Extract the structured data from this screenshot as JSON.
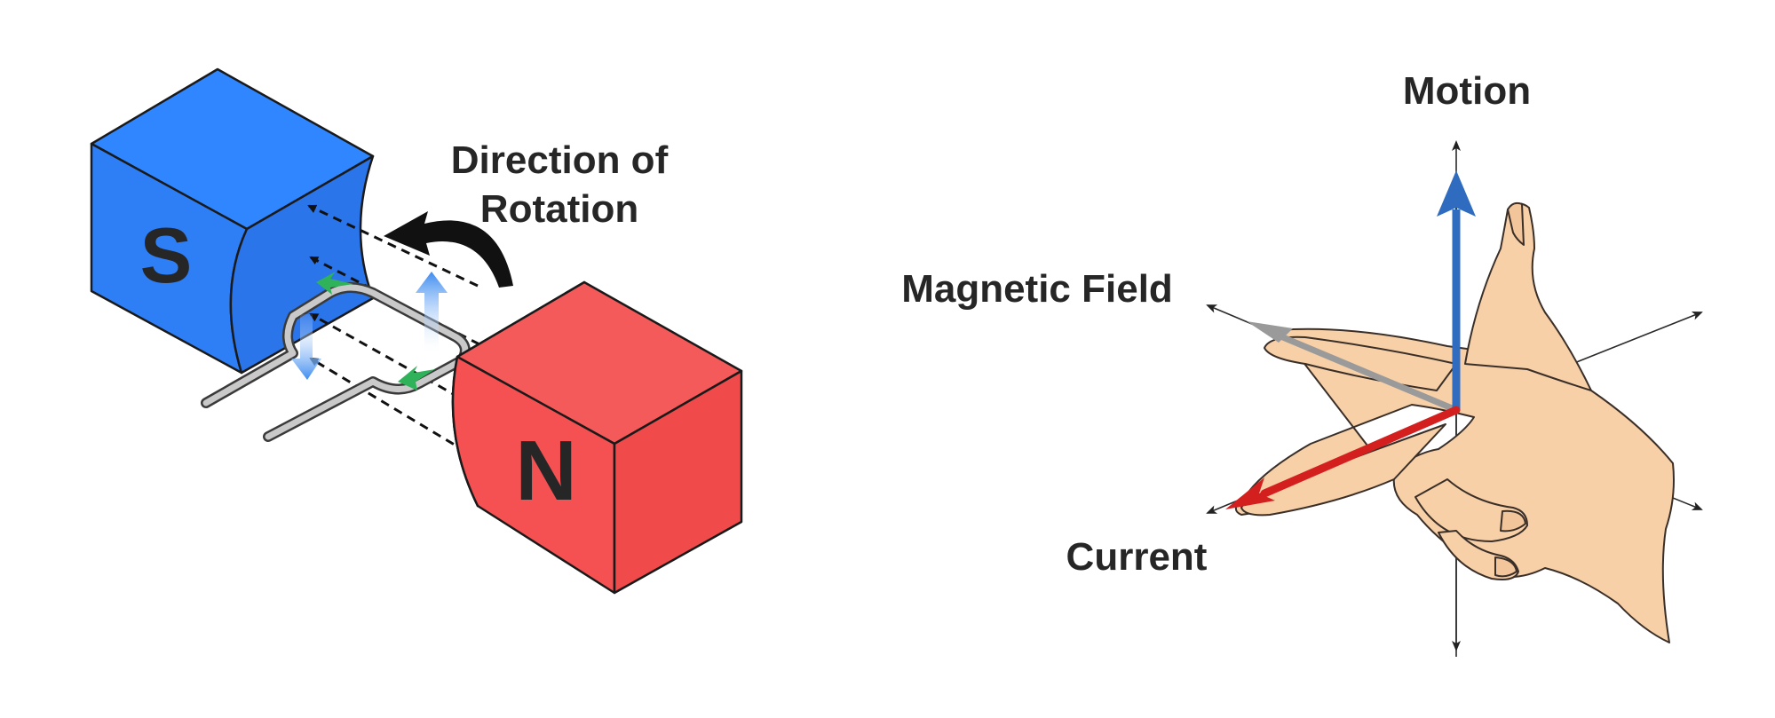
{
  "motor": {
    "south_pole": "S",
    "north_pole": "N",
    "rotation_label_line1": "Direction of",
    "rotation_label_line2": "Rotation",
    "colors": {
      "south": "#2e7ff6",
      "north": "#f55152",
      "current_arrow": "#2fb25a",
      "force_arrow": "#3e8cf0",
      "wire": "#bdbdbd"
    }
  },
  "hand_rule": {
    "motion_label": "Motion",
    "field_label": "Magnetic Field",
    "current_label": "Current",
    "colors": {
      "motion": "#2f6cc0",
      "field": "#9a9a9a",
      "current": "#d41f1f",
      "skin": "#f7d0a8"
    }
  }
}
